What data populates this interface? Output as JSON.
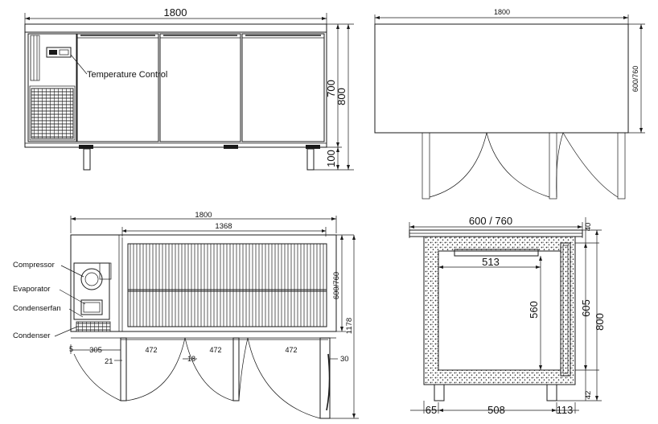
{
  "front_view": {
    "width_label": "1800",
    "height_body_label": "700",
    "height_total_label": "800",
    "leg_label": "100",
    "temperature_control_label": "Temperature Control"
  },
  "side_view": {
    "width_label": "1800",
    "depth_label": "600/760"
  },
  "top_view": {
    "width_label": "1800",
    "inner_width_label": "1368",
    "depth_label": "600/760",
    "total_depth_label": "1178",
    "compressor_label": "Compressor",
    "evaporator_label": "Evaporator",
    "condenserfan_label": "Condenserfan",
    "condenser_label": "Condenser",
    "dim_305": "305",
    "dim_472a": "472",
    "dim_472b": "472",
    "dim_472c": "472",
    "dim_21": "21",
    "dim_18": "18",
    "dim_30": "30",
    "dim_5": "5"
  },
  "section_view": {
    "depth_label": "600 / 760",
    "dim_40": "40",
    "dim_513": "513",
    "dim_560": "560",
    "dim_605": "605",
    "dim_800": "800",
    "dim_42": "42",
    "dim_65": "65",
    "dim_508": "508",
    "dim_113": "113"
  }
}
